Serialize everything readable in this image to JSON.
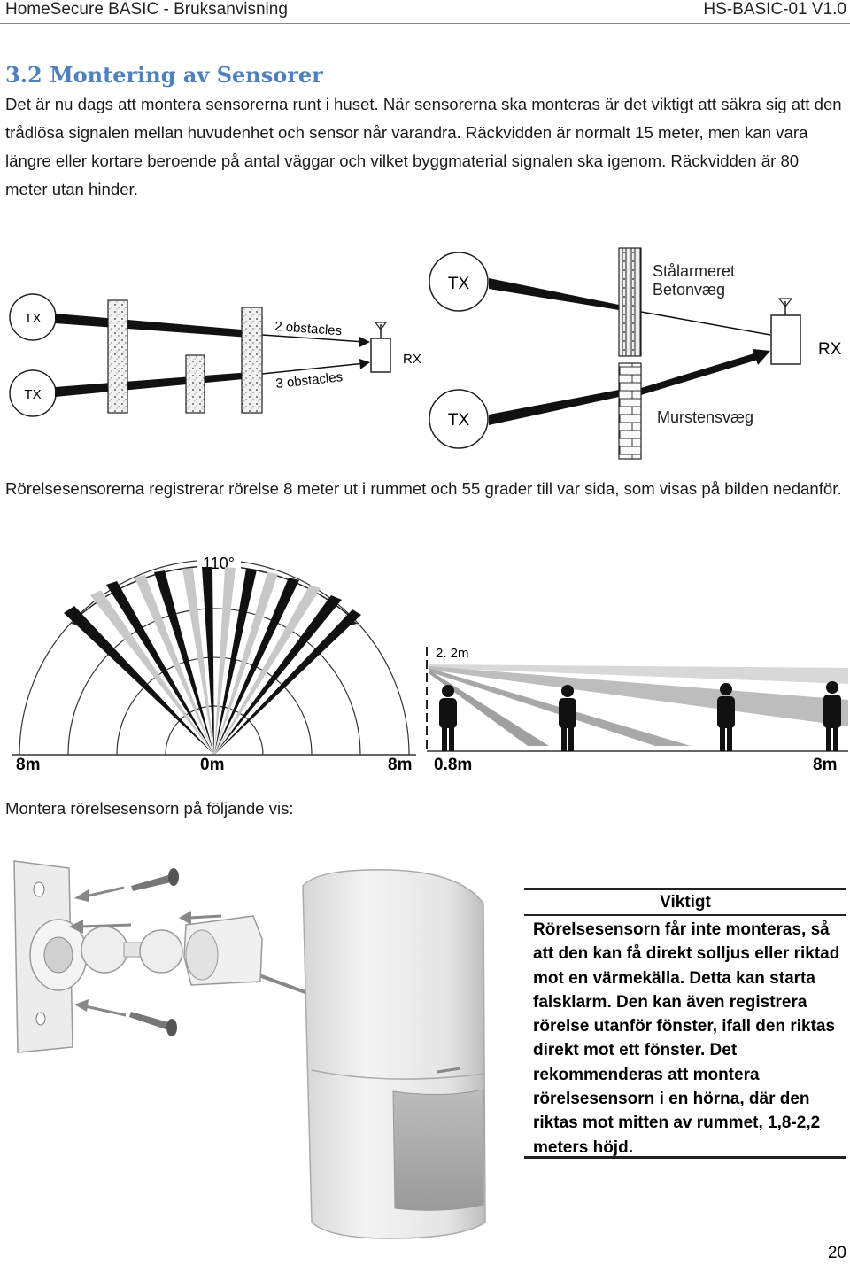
{
  "header": {
    "left": "HomeSecure BASIC - Bruksanvisning",
    "right": "HS-BASIC-01 V1.0"
  },
  "section": {
    "title": "3.2 Montering av Sensorer",
    "para1": "Det är nu dags att montera sensorerna runt i huset. När sensorerna ska monteras är det viktigt att säkra sig att den trådlösa signalen mellan huvudenhet och sensor når varandra. Räckvidden är normalt 15 meter, men kan vara längre eller kortare beroende på antal väggar och vilket byggmaterial signalen ska igenom. Räckvidden är 80 meter utan hinder.",
    "para2": "Rörelsesensorerna registrerar rörelse 8 meter ut i rummet och 55 grader till var sida, som visas på bilden nedanför.",
    "para3": "Montera rörelsesensorn på följande vis:"
  },
  "diagram_signal": {
    "tx": "TX",
    "rx": "RX",
    "obstacles_2": "2  obstacles",
    "obstacles_3": "3  obstacles",
    "label_steel": "Stålarmeret",
    "label_concrete": "Betonvæg",
    "label_brick": "Murstensvæg"
  },
  "diagram_motion": {
    "angle": "110°",
    "height": "2. 2m",
    "left_8m": "8m",
    "center_0m": "0m",
    "right_8m": "8m",
    "side_start": "0.8m",
    "side_end": "8m"
  },
  "notice": {
    "title": "Viktigt",
    "body": "Rörelsesensorn får inte monteras, så att den kan få direkt solljus eller riktad mot en värmekälla. Detta kan starta falsklarm. Den kan även registrera rörelse utanför fönster, ifall den riktas direkt mot ett fönster. Det rekommenderas att montera rörelsesensorn i en hörna, där den riktas mot mitten av rummet, 1,8-2,2 meters höjd."
  },
  "page_number": "20"
}
